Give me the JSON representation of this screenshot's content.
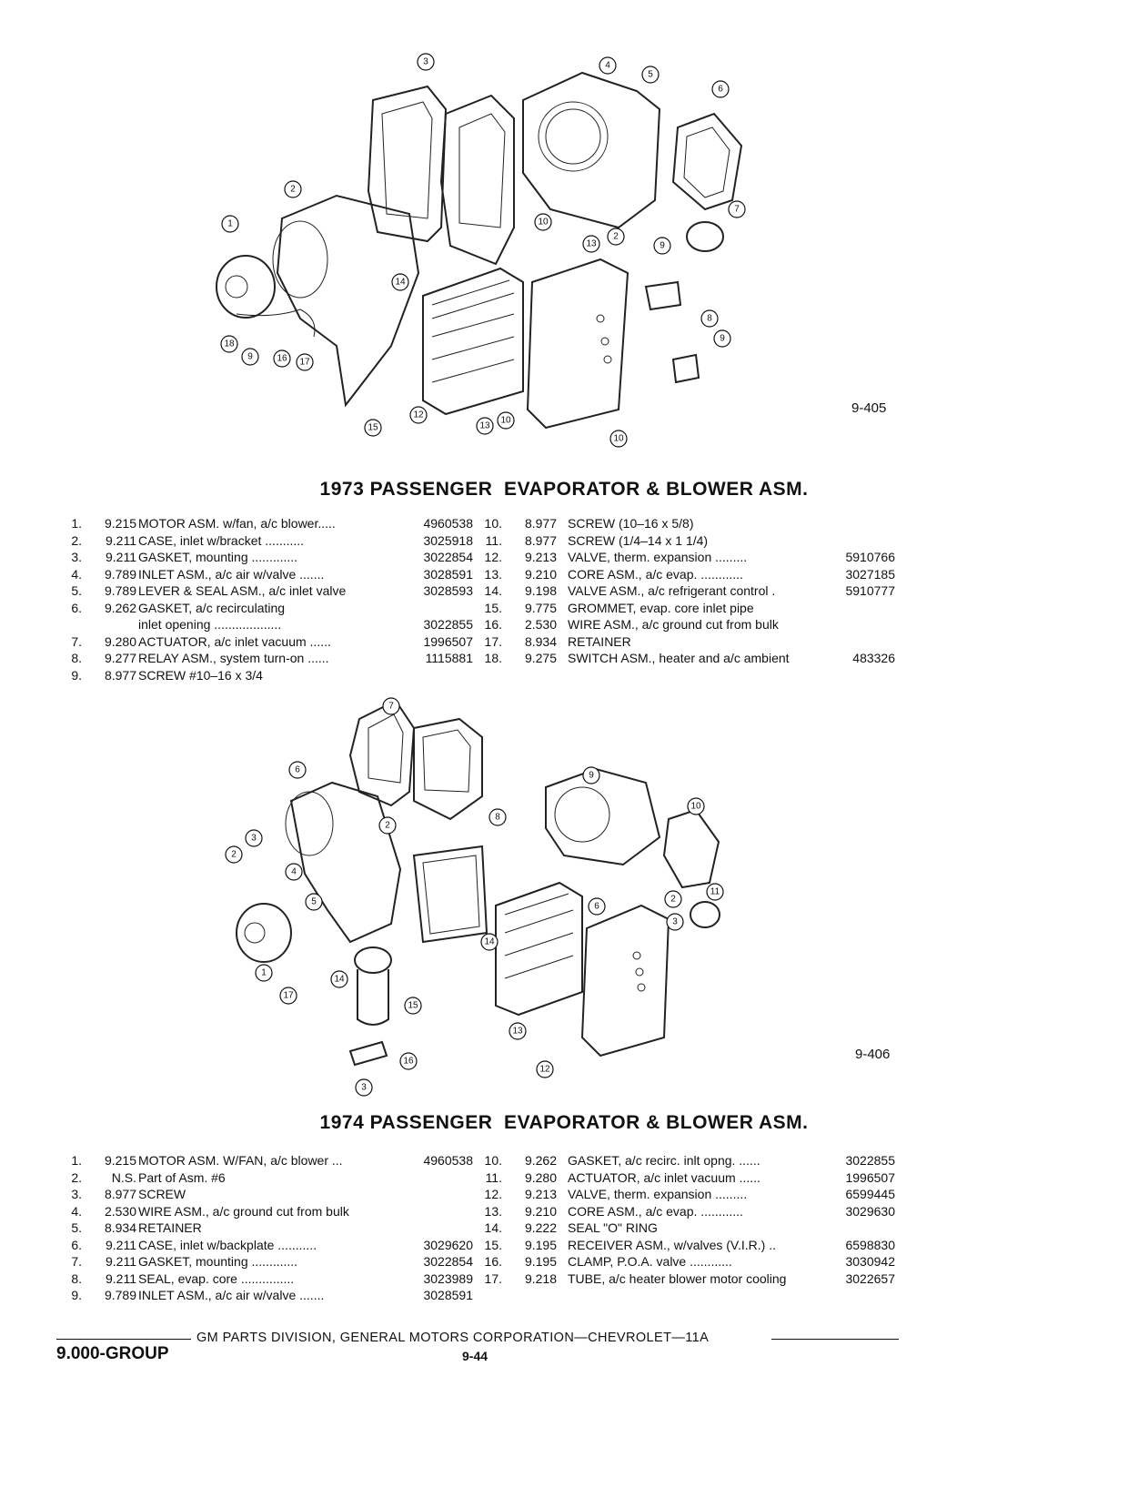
{
  "fig1": {
    "number": "9-405",
    "title": "1973 PASSENGER  EVAPORATOR & BLOWER ASM.",
    "callouts": [
      "3",
      "4",
      "5",
      "6",
      "2",
      "1",
      "10",
      "13",
      "2",
      "9",
      "7",
      "14",
      "8",
      "9",
      "18",
      "16",
      "17",
      "9",
      "12",
      "13",
      "10",
      "15",
      "10"
    ],
    "left": [
      {
        "n": "1.",
        "g": "9.215",
        "d": "MOTOR ASM. w/fan, a/c blower.....",
        "p": "4960538"
      },
      {
        "n": "2.",
        "g": "9.211",
        "d": "CASE, inlet w/bracket ...........",
        "p": "3025918"
      },
      {
        "n": "3.",
        "g": "9.211",
        "d": "GASKET, mounting .............",
        "p": "3022854"
      },
      {
        "n": "4.",
        "g": "9.789",
        "d": "INLET ASM., a/c air w/valve .......",
        "p": "3028591"
      },
      {
        "n": "5.",
        "g": "9.789",
        "d": "LEVER & SEAL ASM., a/c inlet valve",
        "p": "3028593"
      },
      {
        "n": "6.",
        "g": "9.262",
        "d": "GASKET, a/c recirculating",
        "p": ""
      },
      {
        "n": "",
        "g": "",
        "d": "inlet opening ...................",
        "p": "3022855"
      },
      {
        "n": "7.",
        "g": "9.280",
        "d": "ACTUATOR, a/c inlet vacuum ......",
        "p": "1996507"
      },
      {
        "n": "8.",
        "g": "9.277",
        "d": "RELAY ASM., system turn-on ......",
        "p": "1115881"
      },
      {
        "n": "9.",
        "g": "8.977",
        "d": "SCREW #10–16 x 3/4",
        "p": ""
      }
    ],
    "right": [
      {
        "n": "10.",
        "g": "8.977",
        "d": "SCREW (10–16 x 5/8)",
        "p": ""
      },
      {
        "n": "11.",
        "g": "8.977",
        "d": "SCREW (1/4–14 x 1 1/4)",
        "p": ""
      },
      {
        "n": "12.",
        "g": "9.213",
        "d": "VALVE, therm. expansion .........",
        "p": "5910766"
      },
      {
        "n": "13.",
        "g": "9.210",
        "d": "CORE ASM., a/c evap. ............",
        "p": "3027185"
      },
      {
        "n": "14.",
        "g": "9.198",
        "d": "VALVE ASM., a/c refrigerant control .",
        "p": "5910777"
      },
      {
        "n": "15.",
        "g": "9.775",
        "d": "GROMMET, evap. core inlet pipe",
        "p": ""
      },
      {
        "n": "16.",
        "g": "2.530",
        "d": "WIRE ASM., a/c ground cut from bulk",
        "p": ""
      },
      {
        "n": "17.",
        "g": "8.934",
        "d": "RETAINER",
        "p": ""
      },
      {
        "n": "18.",
        "g": "9.275",
        "d": "SWITCH ASM., heater and a/c ambient",
        "p": "483326"
      }
    ]
  },
  "fig2": {
    "number": "9-406",
    "title": "1974 PASSENGER  EVAPORATOR & BLOWER ASM.",
    "callouts": [
      "7",
      "6",
      "9",
      "10",
      "2",
      "3",
      "8",
      "2",
      "4",
      "5",
      "11",
      "2",
      "6",
      "3",
      "14",
      "1",
      "14",
      "17",
      "15",
      "13",
      "12",
      "16",
      "3"
    ],
    "left": [
      {
        "n": "1.",
        "g": "9.215",
        "d": "MOTOR ASM. W/FAN, a/c blower ...",
        "p": "4960538"
      },
      {
        "n": "2.",
        "g": "N.S.",
        "d": "Part of Asm. #6",
        "p": ""
      },
      {
        "n": "3.",
        "g": "8.977",
        "d": "SCREW",
        "p": ""
      },
      {
        "n": "4.",
        "g": "2.530",
        "d": "WIRE ASM., a/c ground cut from bulk",
        "p": ""
      },
      {
        "n": "5.",
        "g": "8.934",
        "d": "RETAINER",
        "p": ""
      },
      {
        "n": "6.",
        "g": "9.211",
        "d": "CASE, inlet w/backplate ...........",
        "p": "3029620"
      },
      {
        "n": "7.",
        "g": "9.211",
        "d": "GASKET, mounting .............",
        "p": "3022854"
      },
      {
        "n": "8.",
        "g": "9.211",
        "d": "SEAL, evap. core ...............",
        "p": "3023989"
      },
      {
        "n": "9.",
        "g": "9.789",
        "d": "INLET ASM., a/c air w/valve .......",
        "p": "3028591"
      }
    ],
    "right": [
      {
        "n": "10.",
        "g": "9.262",
        "d": "GASKET, a/c recirc. inlt opng. ......",
        "p": "3022855"
      },
      {
        "n": "11.",
        "g": "9.280",
        "d": "ACTUATOR, a/c inlet vacuum ......",
        "p": "1996507"
      },
      {
        "n": "12.",
        "g": "9.213",
        "d": "VALVE, therm. expansion .........",
        "p": "6599445"
      },
      {
        "n": "13.",
        "g": "9.210",
        "d": "CORE ASM., a/c evap. ............",
        "p": "3029630"
      },
      {
        "n": "14.",
        "g": "9.222",
        "d": "SEAL \"O\" RING",
        "p": ""
      },
      {
        "n": "15.",
        "g": "9.195",
        "d": "RECEIVER ASM., w/valves (V.I.R.) ..",
        "p": "6598830"
      },
      {
        "n": "16.",
        "g": "9.195",
        "d": "CLAMP, P.O.A. valve ............",
        "p": "3030942"
      },
      {
        "n": "17.",
        "g": "9.218",
        "d": "TUBE, a/c heater blower motor cooling",
        "p": "3022657"
      }
    ]
  },
  "footer": {
    "text": "GM PARTS DIVISION, GENERAL MOTORS CORPORATION—CHEVROLET—11A",
    "group": "9.000-GROUP",
    "page": "9-44"
  }
}
